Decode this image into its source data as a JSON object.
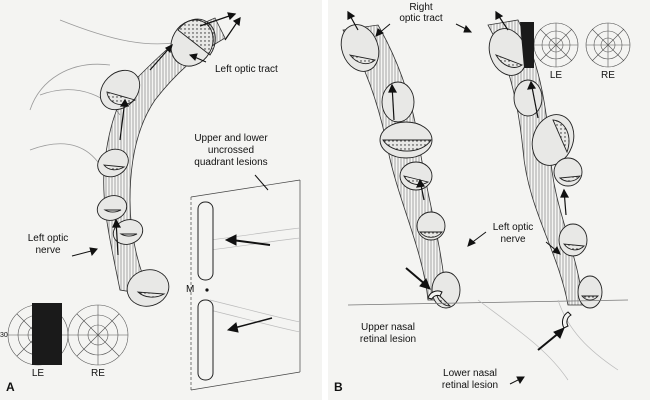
{
  "panel_a": {
    "letter": "A",
    "label_left_optic_tract": "Left optic tract",
    "label_lesions_line1": "Upper and lower",
    "label_lesions_line2": "uncrossed",
    "label_lesions_line3": "quadrant lesions",
    "label_nerve_line1": "Left optic",
    "label_nerve_line2": "nerve",
    "label_macula": "M",
    "eye_left": "LE",
    "eye_right": "RE",
    "perimeter_tick": "30"
  },
  "panel_b": {
    "letter": "B",
    "label_tract_line1": "Right",
    "label_tract_line2": "optic tract",
    "label_nerve_line1": "Left optic",
    "label_nerve_line2": "nerve",
    "label_upper_line1": "Upper nasal",
    "label_upper_line2": "retinal lesion",
    "label_lower_line1": "Lower nasal",
    "label_lower_line2": "retinal lesion",
    "eye_left": "LE",
    "eye_right": "RE"
  },
  "colors": {
    "ink": "#111111",
    "paper": "#f4f4f2",
    "shade": "#1a1a1a"
  }
}
